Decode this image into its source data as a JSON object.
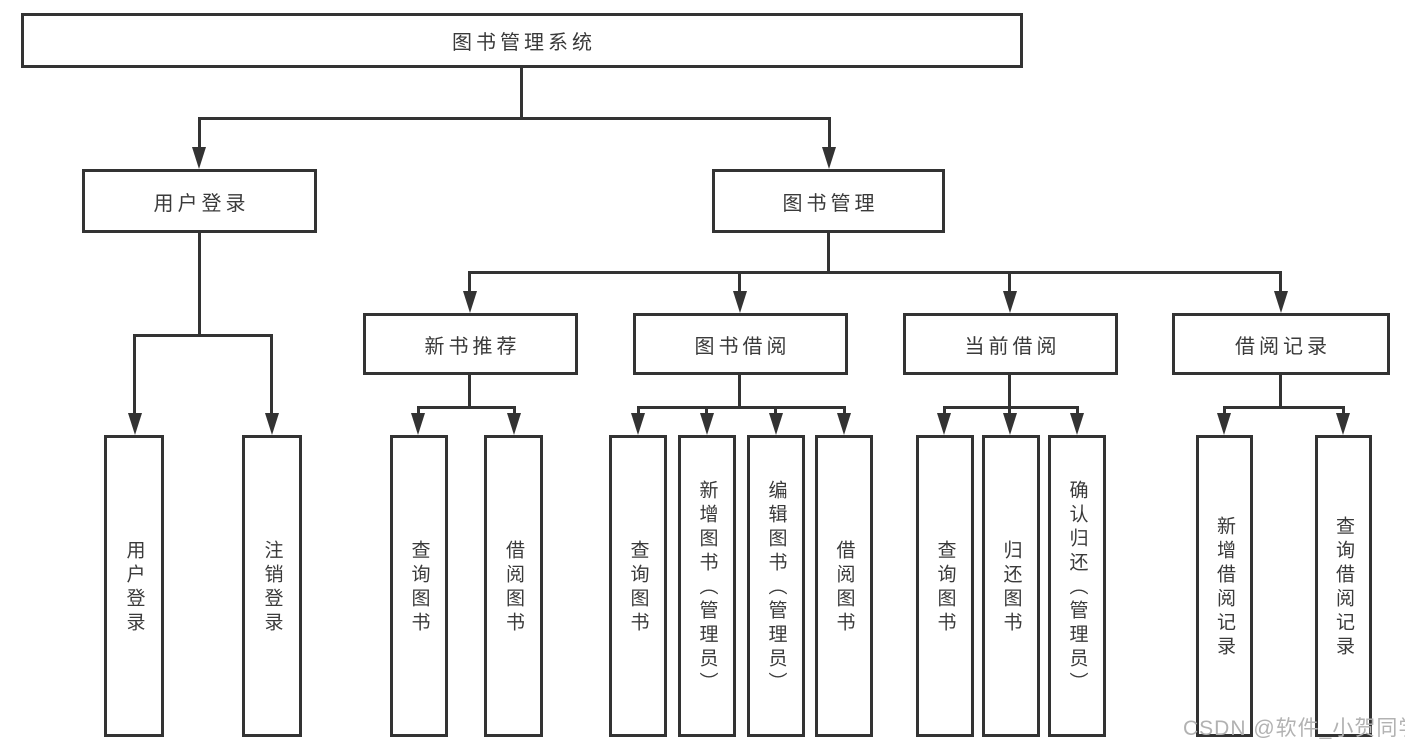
{
  "diagram": {
    "type": "tree",
    "root": {
      "id": "library-system",
      "label": "图书管理系统"
    },
    "level2": [
      {
        "id": "user-login",
        "label": "用户登录",
        "parent": "图书管理系统"
      },
      {
        "id": "book-management",
        "label": "图书管理",
        "parent": "图书管理系统"
      }
    ],
    "level3": [
      {
        "id": "new-book-recommend",
        "label": "新书推荐",
        "parent": "图书管理"
      },
      {
        "id": "book-borrow",
        "label": "图书借阅",
        "parent": "图书管理"
      },
      {
        "id": "current-borrow",
        "label": "当前借阅",
        "parent": "图书管理"
      },
      {
        "id": "borrow-records",
        "label": "借阅记录",
        "parent": "图书管理"
      }
    ],
    "leaves": [
      {
        "id": "leaf-user-login",
        "label": "用户登录",
        "parent": "用户登录"
      },
      {
        "id": "leaf-logout",
        "label": "注销登录",
        "parent": "用户登录"
      },
      {
        "id": "leaf-query-book-1",
        "label": "查询图书",
        "parent": "新书推荐"
      },
      {
        "id": "leaf-borrow-book-1",
        "label": "借阅图书",
        "parent": "新书推荐"
      },
      {
        "id": "leaf-query-book-2",
        "label": "查询图书",
        "parent": "图书借阅"
      },
      {
        "id": "leaf-add-book-admin",
        "label": "新增图书（管理员）",
        "parent": "图书借阅"
      },
      {
        "id": "leaf-edit-book-admin",
        "label": "编辑图书（管理员）",
        "parent": "图书借阅"
      },
      {
        "id": "leaf-borrow-book-2",
        "label": "借阅图书",
        "parent": "图书借阅"
      },
      {
        "id": "leaf-query-book-3",
        "label": "查询图书",
        "parent": "当前借阅"
      },
      {
        "id": "leaf-return-book",
        "label": "归还图书",
        "parent": "当前借阅"
      },
      {
        "id": "leaf-confirm-return-admin",
        "label": "确认归还（管理员）",
        "parent": "当前借阅"
      },
      {
        "id": "leaf-add-borrow-record",
        "label": "新增借阅记录",
        "parent": "借阅记录"
      },
      {
        "id": "leaf-query-borrow-record",
        "label": "查询借阅记录",
        "parent": "借阅记录"
      }
    ]
  },
  "watermark": {
    "text": "CSDN @软件_小贺同学"
  },
  "colors": {
    "line": "#333333",
    "text": "#3a3a3a",
    "watermark": "#b2b2b2",
    "background": "#ffffff"
  }
}
